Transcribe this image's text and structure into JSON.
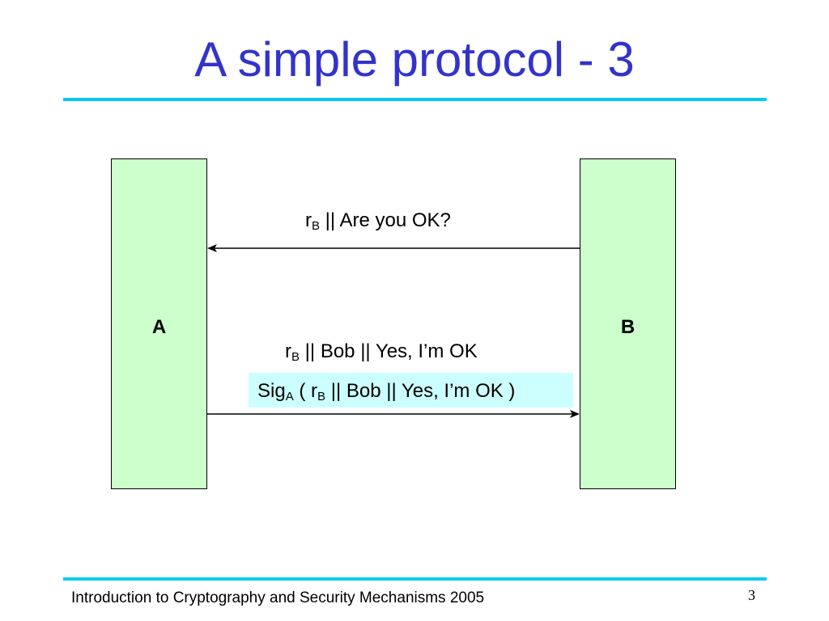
{
  "slide": {
    "title": "A simple protocol - 3",
    "footer": "Introduction to Cryptography and Security Mechanisms 2005",
    "page_number": "3"
  },
  "entities": {
    "a": "A",
    "b": "B"
  },
  "messages": {
    "m1": {
      "r": "r",
      "sub_b": "B",
      "rest": " || Are you OK?"
    },
    "m2": {
      "r": "r",
      "sub_b": "B",
      "rest": " ||  Bob || Yes, I’m OK"
    },
    "m3": {
      "sig": "Sig",
      "sub_a": "A",
      "open": " ( r",
      "sub_b": "B",
      "rest": " || Bob || Yes, I’m OK )"
    }
  },
  "colors": {
    "title": "#3333cc",
    "rule": "#00ccee",
    "entity_fill": "#ccffcc",
    "signature_highlight": "#ccffff"
  }
}
